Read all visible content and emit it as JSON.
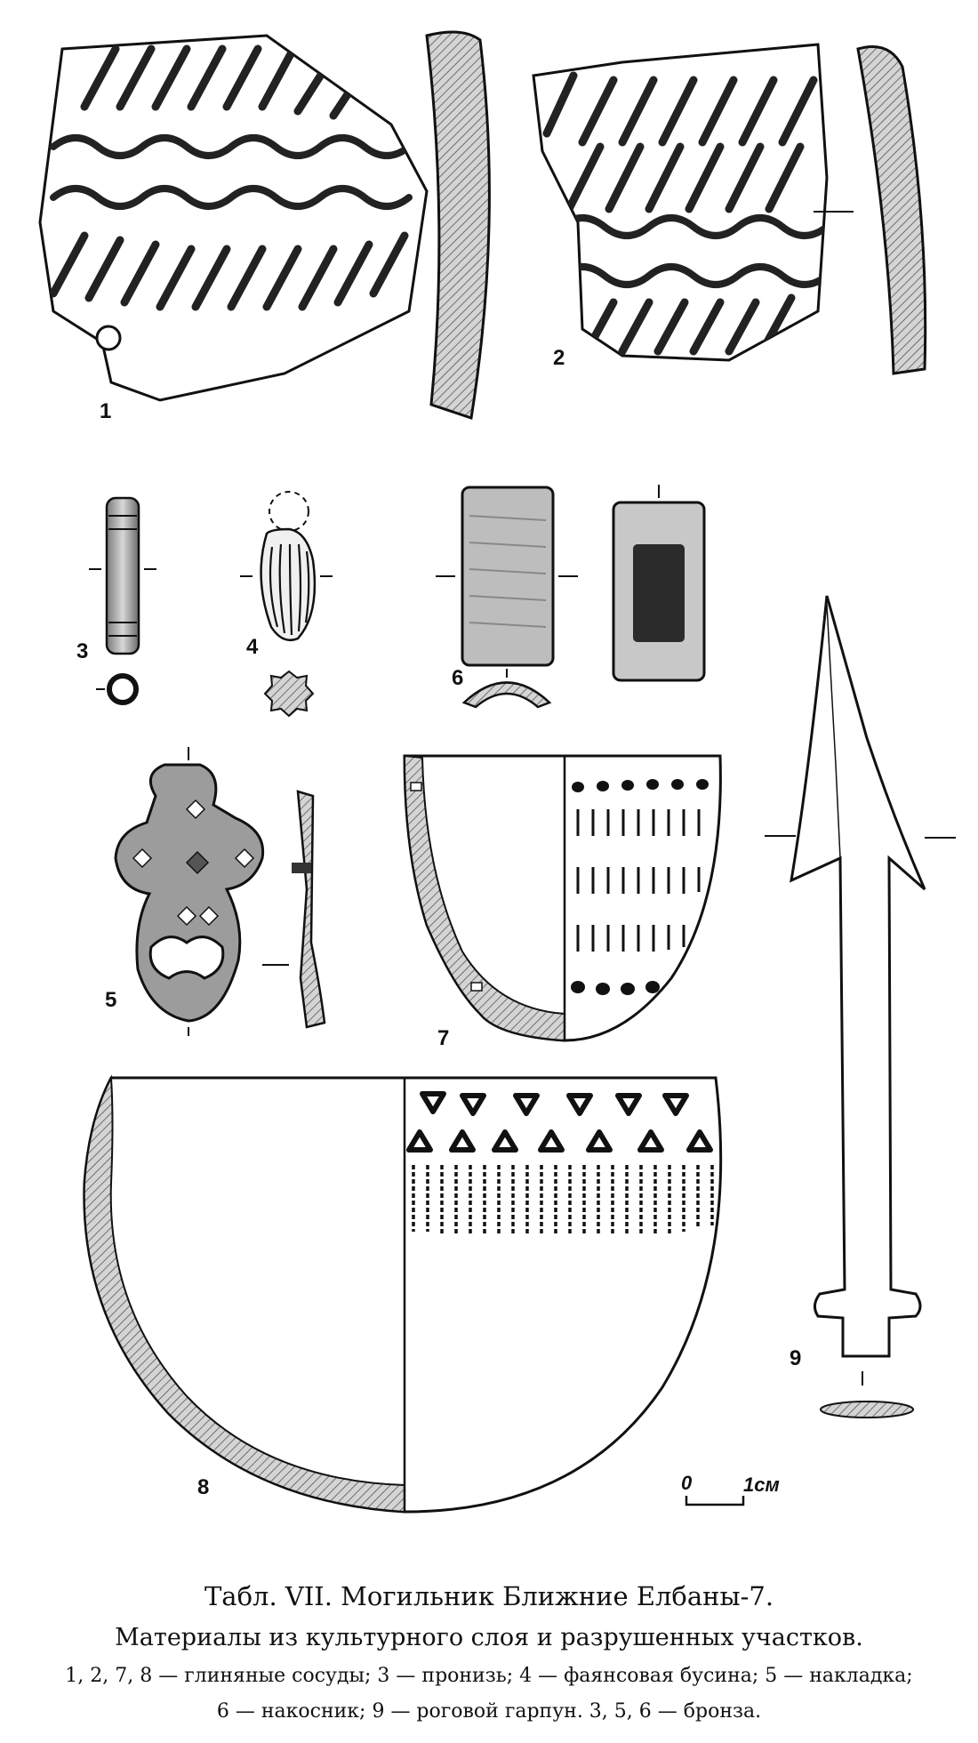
{
  "figure_labels": {
    "n1": "1",
    "n2": "2",
    "n3": "3",
    "n4": "4",
    "n5": "5",
    "n6": "6",
    "n7": "7",
    "n8": "8",
    "n9": "9"
  },
  "scale_bar": {
    "zero": "0",
    "one": "1см"
  },
  "caption": {
    "title": "Табл. VII. Могильник Ближние Елбаны-7.",
    "subtitle": "Материалы из культурного слоя и разрушенных участков.",
    "legend_line1": "1, 2, 7, 8 — глиняные сосуды; 3 — пронизь; 4 — фаянсовая бусина; 5 — накладка;",
    "legend_line2": "6 — накосник; 9 — роговой гарпун. 3, 5, 6 — бронза."
  },
  "colors": {
    "ink": "#111111",
    "paper": "#ffffff",
    "shade": "#9a9a9a"
  }
}
